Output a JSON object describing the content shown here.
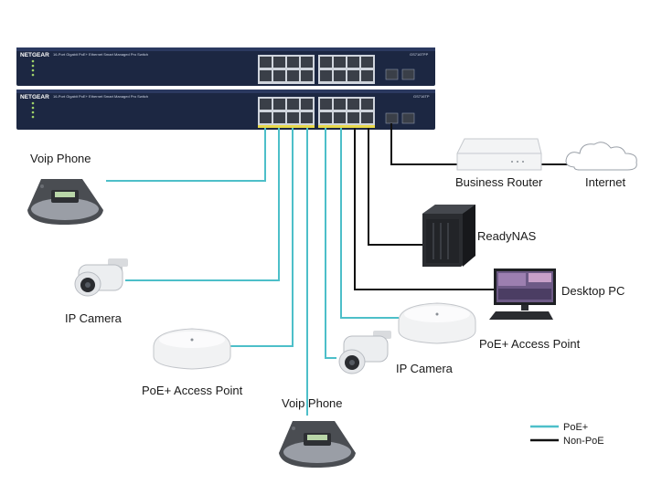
{
  "switches": [
    {
      "brand": "NETGEAR",
      "description": "16-Port Gigabit PoE+ Ethernet Smart Managed Pro Switch",
      "model": "GS716TPP"
    },
    {
      "brand": "NETGEAR",
      "description": "16-Port Gigabit PoE+ Ethernet Smart Managed Pro Switch",
      "model": "GS716TP"
    }
  ],
  "devices": {
    "voip_phone_1": "Voip Phone",
    "ip_camera_1": "IP Camera",
    "poe_ap_1": "PoE+ Access Point",
    "voip_phone_2": "Voip Phone",
    "ip_camera_2": "IP Camera",
    "poe_ap_2": "PoE+ Access Point",
    "business_router": "Business Router",
    "internet": "Internet",
    "readynas": "ReadyNAS",
    "desktop_pc": "Desktop PC"
  },
  "legend": [
    {
      "label": "PoE+",
      "color": "#4dbfc9"
    },
    {
      "label": "Non-PoE",
      "color": "#111111"
    }
  ],
  "colors": {
    "poe_line": "#4dbfc9",
    "non_poe_line": "#111111",
    "switch_body": "#1c2742"
  }
}
